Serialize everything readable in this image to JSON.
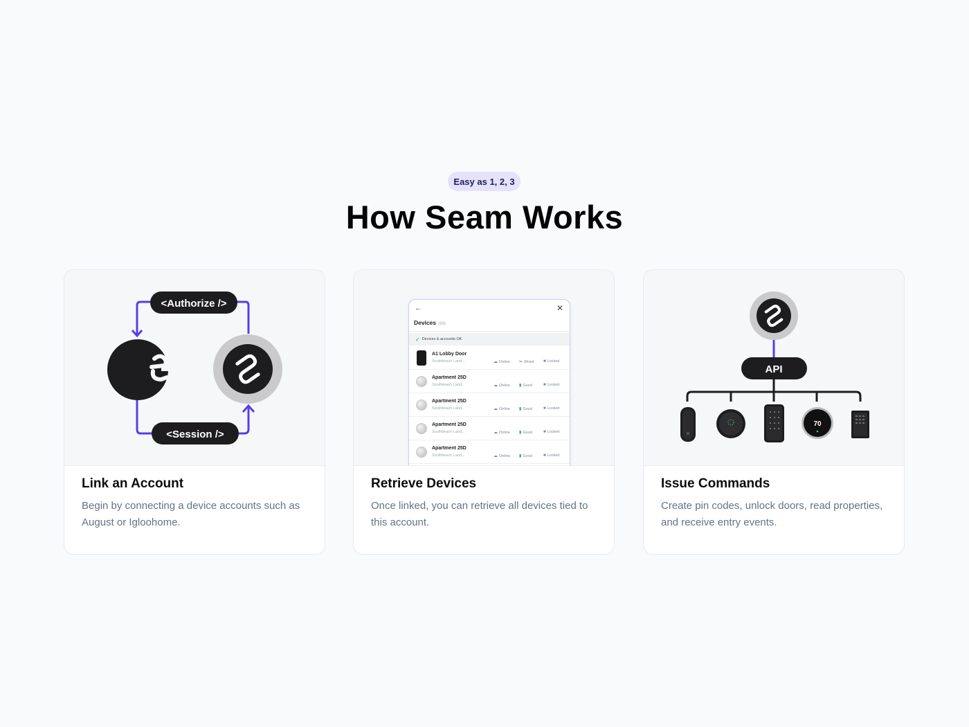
{
  "section": {
    "eyebrow": "Easy as 1, 2, 3",
    "title": "How Seam Works"
  },
  "colors": {
    "accent": "#5b3ce6",
    "dark": "#1d1d1f",
    "ring": "#cacacd",
    "eyebrow_bg": "#e5e3fb",
    "muted_text": "#627487"
  },
  "cards": [
    {
      "title": "Link an Account",
      "description": "Begin by connecting a device accounts such as August or Igloohome.",
      "illustration": {
        "authorize_label": "<Authorize />",
        "session_label": "<Session />",
        "left_logo": "august-logo",
        "right_logo": "seam-logo-icon"
      }
    },
    {
      "title": "Retrieve Devices",
      "description": "Once linked, you can retrieve all devices tied to this account.",
      "panel": {
        "title": "Devices",
        "count": "(88)",
        "status": "Devices & accounts OK",
        "back_icon": "arrow-left-icon",
        "close_icon": "close-icon",
        "rows": [
          {
            "name": "A1 Lobby Door",
            "sub": "Southbeach Land...",
            "online": "Online",
            "power": "Wired",
            "lock": "Locked",
            "thumb": "lock"
          },
          {
            "name": "Apartment 25D",
            "sub": "Southbeach Land...",
            "online": "Online",
            "power": "Good",
            "lock": "Locked",
            "thumb": "round"
          },
          {
            "name": "Apartment 25D",
            "sub": "Southbeach Land...",
            "online": "Online",
            "power": "Good",
            "lock": "Locked",
            "thumb": "round"
          },
          {
            "name": "Apartment 25D",
            "sub": "Southbeach Land...",
            "online": "Online",
            "power": "Good",
            "lock": "Locked",
            "thumb": "round"
          },
          {
            "name": "Apartment 25D",
            "sub": "Southbeach Land...",
            "online": "Online",
            "power": "Good",
            "lock": "Locked",
            "thumb": "round"
          }
        ]
      }
    },
    {
      "title": "Issue Commands",
      "description": "Create pin codes, unlock doors, read properties, and receive entry events.",
      "illustration": {
        "api_label": "API",
        "thermostat_value": "70",
        "devices": [
          "smart-lock-icon",
          "round-lock-icon",
          "keypad-icon",
          "thermostat-icon",
          "access-panel-icon"
        ]
      }
    }
  ]
}
